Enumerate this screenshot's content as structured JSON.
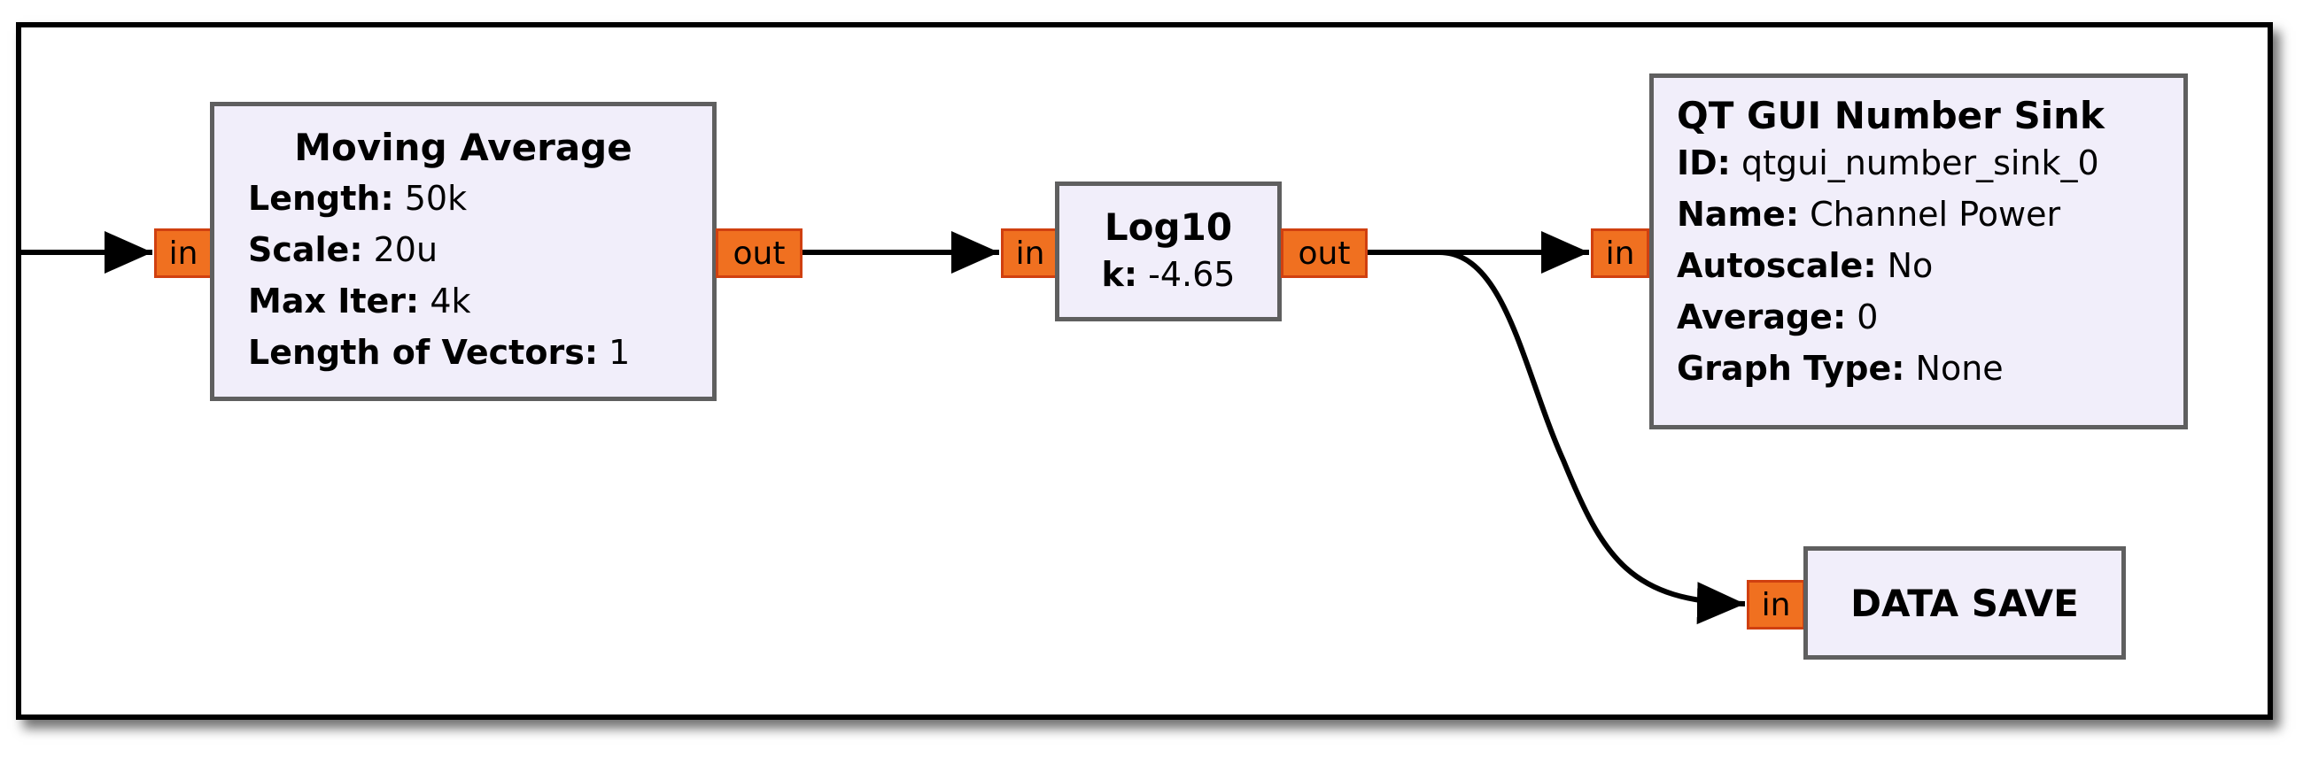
{
  "blocks": {
    "moving_average": {
      "title": "Moving Average",
      "params": [
        {
          "label": "Length:",
          "value": "50k"
        },
        {
          "label": "Scale:",
          "value": "20u"
        },
        {
          "label": "Max Iter:",
          "value": "4k"
        },
        {
          "label": "Length of Vectors:",
          "value": "1"
        }
      ],
      "in_port": "in",
      "out_port": "out"
    },
    "log10": {
      "title": "Log10",
      "params": [
        {
          "label": "k:",
          "value": "-4.65"
        }
      ],
      "in_port": "in",
      "out_port": "out"
    },
    "number_sink": {
      "title": "QT GUI Number Sink",
      "params": [
        {
          "label": "ID:",
          "value": "qtgui_number_sink_0"
        },
        {
          "label": "Name:",
          "value": "Channel Power"
        },
        {
          "label": "Autoscale:",
          "value": "No"
        },
        {
          "label": "Average:",
          "value": "0"
        },
        {
          "label": "Graph Type:",
          "value": "None"
        }
      ],
      "in_port": "in"
    },
    "data_save": {
      "title": "DATA SAVE",
      "in_port": "in"
    }
  },
  "colors": {
    "block_fill": "#f1eefa",
    "block_border": "#5f5f5f",
    "port_fill": "#f07020",
    "wire": "#000000"
  }
}
